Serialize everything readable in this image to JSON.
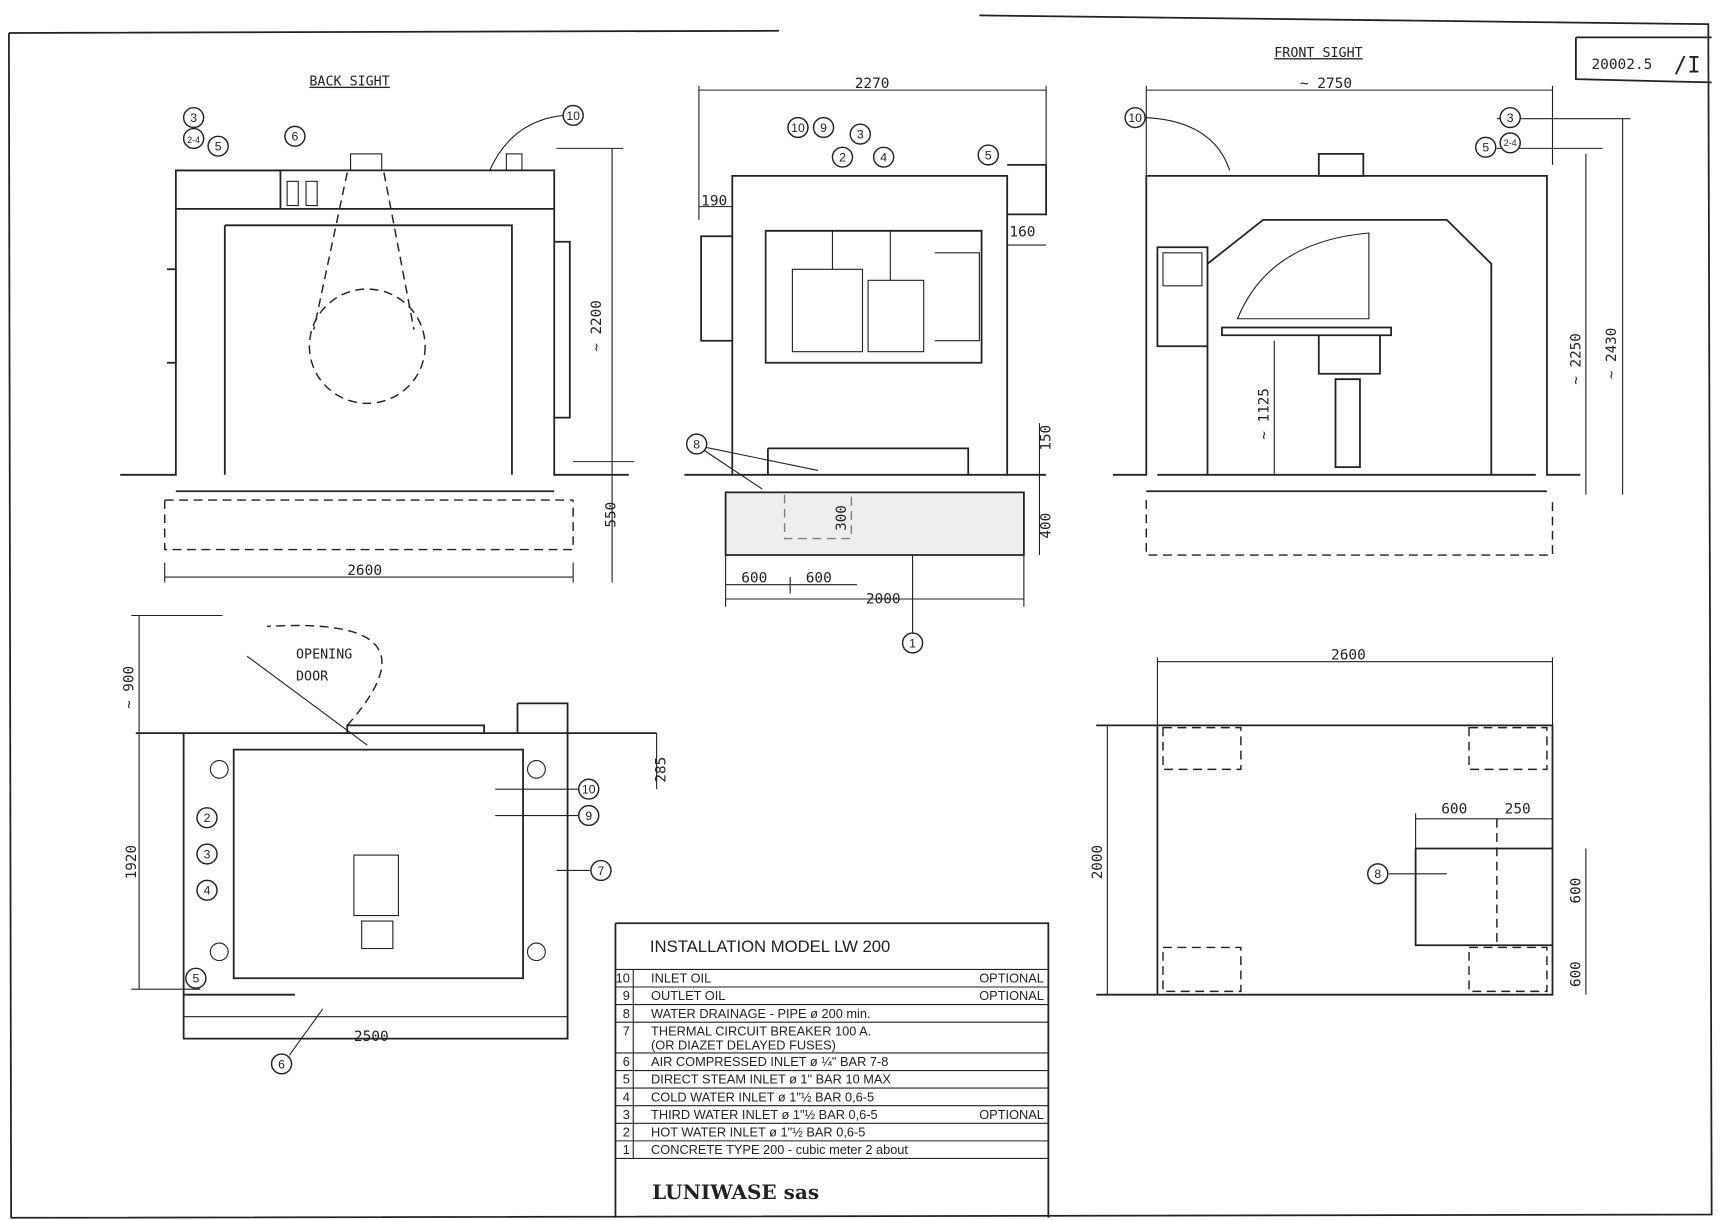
{
  "sheet": {
    "ref": "20002.5",
    "rev": "/I"
  },
  "back_view": {
    "title": "BACK SIGHT",
    "height": "~ 2200",
    "base": "550",
    "width": "2600",
    "callouts": [
      "3",
      "2-4",
      "5",
      "6",
      "10"
    ]
  },
  "side_view": {
    "width": "2270",
    "left": "190",
    "right": "160",
    "gap": "150",
    "depth": "400",
    "pit": "300",
    "pit_a": "600",
    "pit_b": "600",
    "base_width": "2000",
    "callouts": [
      "10",
      "9",
      "3",
      "2",
      "4",
      "5",
      "8",
      "1"
    ]
  },
  "front_view": {
    "title": "FRONT SIGHT",
    "width": "~ 2750",
    "h1": "~ 2250",
    "h2": "~ 2430",
    "door": "~ 1125",
    "callouts": [
      "10",
      "3",
      "5",
      "2-4"
    ]
  },
  "plan_view": {
    "door_clear": "~ 900",
    "door_label_1": "OPENING",
    "door_label_2": "DOOR",
    "offset": "285",
    "depth": "1920",
    "width": "2500",
    "callouts": [
      "10",
      "9",
      "7",
      "2",
      "3",
      "4",
      "5",
      "6"
    ]
  },
  "foundation_view": {
    "width": "2600",
    "depth": "2000",
    "pit_w": "600",
    "pit_off": "250",
    "pit_h": "600",
    "edge": "600",
    "callout": "8"
  },
  "legend": {
    "title": "INSTALLATION MODEL LW 200",
    "rows": [
      {
        "n": "10",
        "text": "INLET OIL",
        "note": "OPTIONAL"
      },
      {
        "n": "9",
        "text": "OUTLET OIL",
        "note": "OPTIONAL"
      },
      {
        "n": "8",
        "text": "WATER DRAINAGE  -  PIPE  ø 200 min.",
        "note": ""
      },
      {
        "n": "7",
        "text": "THERMAL CIRCUIT BREAKER  100 A.",
        "text2": "(OR DIAZET DELAYED FUSES)",
        "note": ""
      },
      {
        "n": "6",
        "text": "AIR COMPRESSED INLET   ø ¼\"    BAR  7-8",
        "note": ""
      },
      {
        "n": "5",
        "text": "DIRECT STEAM INLET   ø 1\"    BAR  10 MAX",
        "note": ""
      },
      {
        "n": "4",
        "text": "COLD WATER INLET   ø 1\"½    BAR  0,6-5",
        "note": ""
      },
      {
        "n": "3",
        "text": "THIRD WATER INLET   ø 1\"½    BAR  0,6-5",
        "note": "OPTIONAL"
      },
      {
        "n": "2",
        "text": "HOT  WATER INLET   ø 1\"½    BAR  0,6-5",
        "note": ""
      },
      {
        "n": "1",
        "text": "CONCRETE TYPE  200  -  cubic meter 2 about",
        "note": ""
      }
    ],
    "company": "LUNIWASE sas"
  }
}
